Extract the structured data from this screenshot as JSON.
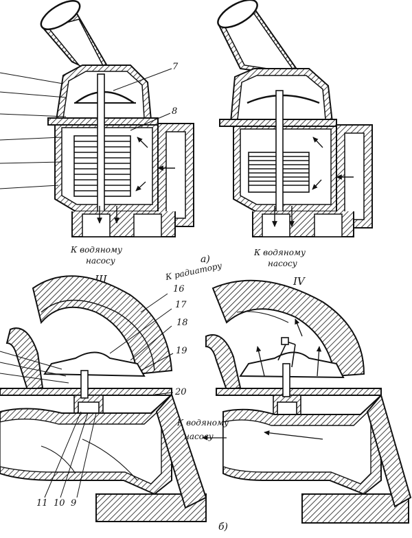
{
  "panel_a": {
    "part_numbers": [
      "7",
      "8"
    ],
    "outlet_label_line1": "К водяному",
    "outlet_label_line2": "насосу",
    "outlet_label2_line1": "К водяному",
    "outlet_label2_line2": "насосу",
    "caption": "а)"
  },
  "panel_b": {
    "roman_left": "III",
    "roman_right": "IV",
    "radiator_label": "К радиатору",
    "part_numbers": [
      "16",
      "17",
      "18",
      "19",
      "20",
      "11",
      "10",
      "9"
    ],
    "pump_label_line1": "К водяному",
    "pump_label_line2": "насосу",
    "caption": "б)"
  },
  "colors": {
    "ink": "#111111",
    "paper": "#ffffff",
    "shade": "#d4d4d4"
  }
}
